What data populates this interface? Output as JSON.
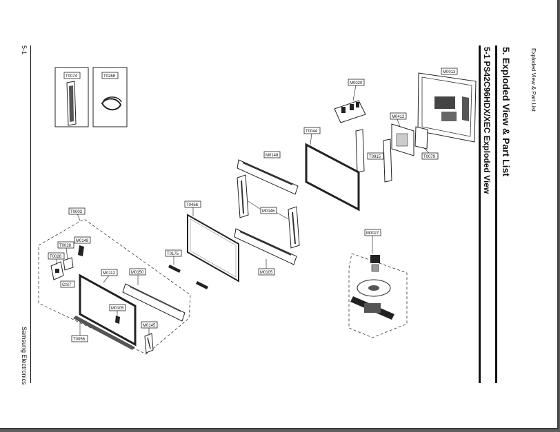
{
  "header": {
    "running_title": "Exploded View & Part List",
    "section_title": "5. Exploded View & Part List",
    "subsection_title": "5-1 PS42C96HDX/XEC Exploded View"
  },
  "footer": {
    "page_number": "5-1",
    "company": "Samsung Electronics"
  },
  "parts": {
    "T0074": "T0074",
    "T0268": "T0268",
    "M0020": "M0020",
    "M0013": "M0013",
    "M0412": "M0412",
    "T0079": "T0079",
    "T0044": "T0044",
    "T0915": "T0915",
    "M0148a": "M0148",
    "M0146a": "M0146",
    "T0456": "T0456",
    "M0105a": "M0105",
    "T0175": "T0175",
    "M0027": "M0027",
    "T0003": "T0003",
    "M0148b": "M0148",
    "T0028a": "T0028",
    "T0028b": "T0028",
    "CIS7": "CIS7",
    "M0112": "M0112",
    "M0150": "M0150",
    "M0105b": "M0105",
    "M0145": "M0145",
    "T0056": "T0056"
  }
}
